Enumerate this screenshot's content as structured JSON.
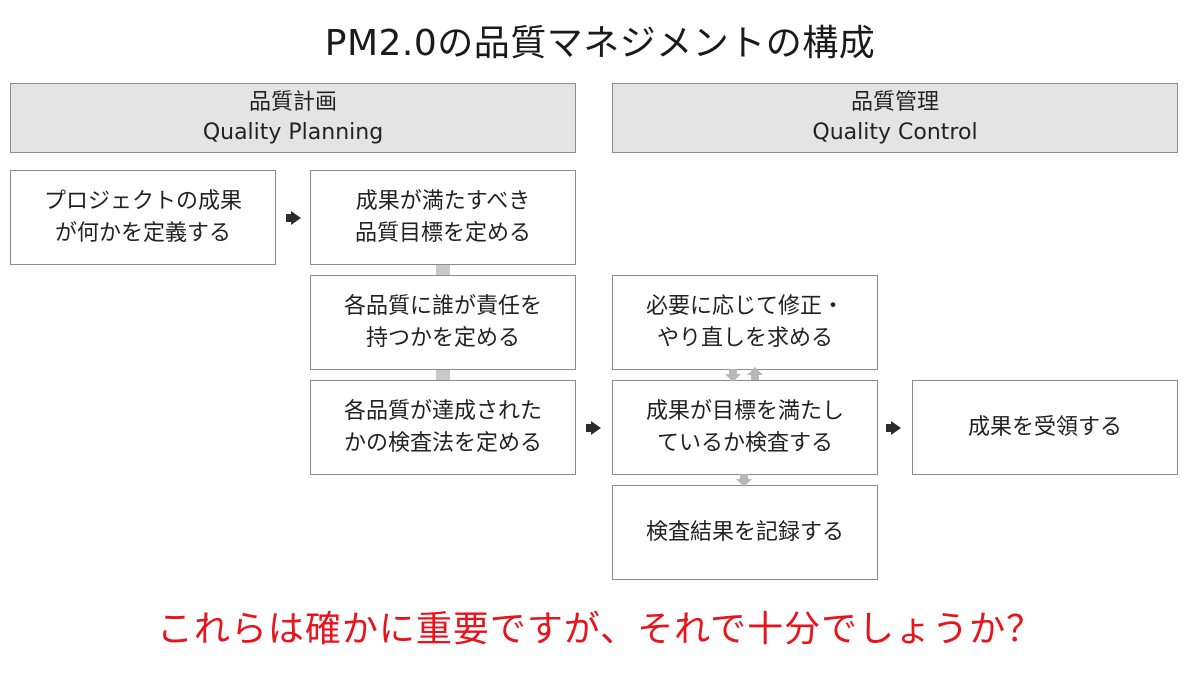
{
  "title": "PM2.0の品質マネジメントの構成",
  "headers": {
    "planning": {
      "ja": "品質計画",
      "en": "Quality Planning"
    },
    "control": {
      "ja": "品質管理",
      "en": "Quality Control"
    }
  },
  "boxes": {
    "define_outcome": {
      "line1": "プロジェクトの成果",
      "line2": "が何かを定義する"
    },
    "set_quality_goals": {
      "line1": "成果が満たすべき",
      "line2": "品質目標を定める"
    },
    "assign_responsibility": {
      "line1": "各品質に誰が責任を",
      "line2": "持つかを定める"
    },
    "define_inspection": {
      "line1": "各品質が達成された",
      "line2": "かの検査法を定める"
    },
    "request_fix": {
      "line1": "必要に応じて修正・",
      "line2": "やり直しを求める"
    },
    "inspect_outcome": {
      "line1": "成果が目標を満たし",
      "line2": "ているか検査する"
    },
    "accept_outcome": {
      "line1": "成果を受領する"
    },
    "record_results": {
      "line1": "検査結果を記録する"
    }
  },
  "question": "これらは確かに重要ですが、それで十分でしょうか？",
  "colors": {
    "question": "#e8131b",
    "header_bg": "#e4e4e4",
    "border": "#8c8c8c",
    "arrow": "#2b2b2b"
  }
}
